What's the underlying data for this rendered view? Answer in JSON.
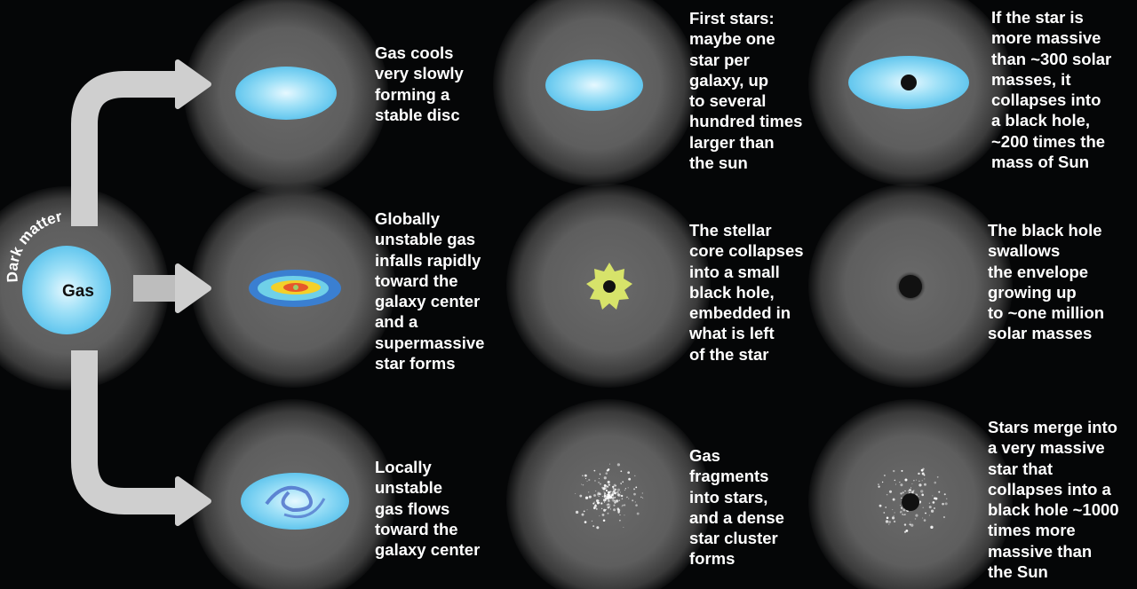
{
  "source": {
    "outer_label": "Dark matter",
    "inner_label": "Gas"
  },
  "rows": [
    {
      "path": "Gas cools\nvery slowly\nforming a\nstable disc",
      "step2": "First stars:\nmaybe one\nstar per\ngalaxy, up\nto several\nhundred times\nlarger than\nthe sun",
      "step3": "If the star is\nmore massive\nthan ~300 solar\nmasses, it\ncollapses into\na black hole,\n~200 times the\nmass of Sun"
    },
    {
      "path": "Globally\nunstable gas\ninfalls rapidly\ntoward the\ngalaxy center\nand a\nsupermassive\nstar forms",
      "step2": "The stellar\ncore collapses\ninto a small\nblack hole,\nembedded in\nwhat is left\nof the star",
      "step3": "The black hole\nswallows\nthe envelope\ngrowing up\nto ~one million\nsolar masses"
    },
    {
      "path": "Locally\nunstable\ngas flows\ntoward the\ngalaxy center",
      "step2": "Gas\nfragments\ninto stars,\nand a dense\nstar cluster\nforms",
      "step3": "Stars merge into\na very massive\nstar that\ncollapses into a\nblack hole ~1000\ntimes more\nmassive than\nthe Sun"
    }
  ],
  "colors": {
    "gas": "#7fd3f2",
    "arrow": "#cfcfcf",
    "star": "#d7e36a"
  }
}
